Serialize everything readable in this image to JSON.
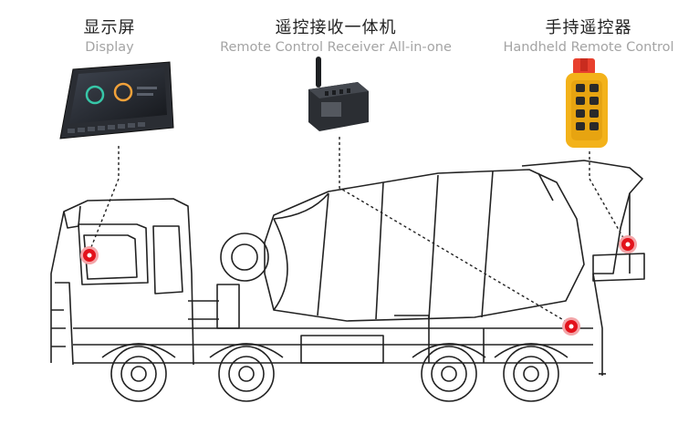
{
  "components": [
    {
      "zh": "显示屏",
      "en": "Display",
      "icon": "display-screen-icon"
    },
    {
      "zh": "遥控接收一体机",
      "en": "Remote Control Receiver All-in-one",
      "icon": "receiver-box-icon"
    },
    {
      "zh": "手持遥控器",
      "en": "Handheld Remote Control",
      "icon": "handheld-remote-icon"
    }
  ],
  "colors": {
    "marker": "#e3121b",
    "marker_ring": "#f3a5a8",
    "outline": "#222222",
    "remote_body": "#f3b21a",
    "remote_top": "#e8402e",
    "screen_body": "#2a2d33"
  }
}
